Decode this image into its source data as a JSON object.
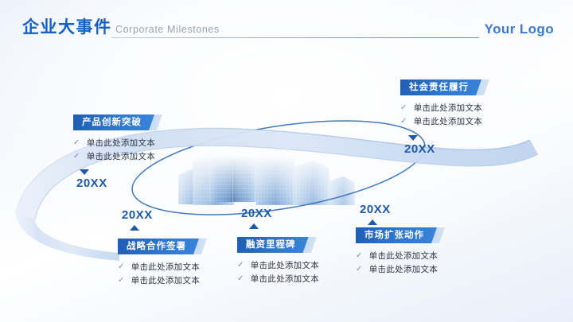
{
  "header": {
    "title": "企业大事件",
    "subtitle": "Corporate Milestones",
    "logo": "Your Logo"
  },
  "colors": {
    "accent": "#1560c4",
    "tag_blue": "#2f77cf",
    "year_blue": "#1f5aa8",
    "background": "#eef3fb",
    "building": "#3f7ccc"
  },
  "icons": {
    "check": "✓"
  },
  "milestones": [
    {
      "id": "product-innovation",
      "tag": "产品创新突破",
      "year": "20XX",
      "bullets": [
        "单击此处添加文本",
        "单击此处添加文本"
      ]
    },
    {
      "id": "social-responsibility",
      "tag": "社会责任履行",
      "year": "20XX",
      "bullets": [
        "单击此处添加文本",
        "单击此处添加文本"
      ]
    },
    {
      "id": "strategic-cooperation",
      "tag": "战略合作签署",
      "year": "20XX",
      "bullets": [
        "单击此处添加文本",
        "单击此处添加文本"
      ]
    },
    {
      "id": "financing-milestone",
      "tag": "融资里程碑",
      "year": "20XX",
      "bullets": [
        "单击此处添加文本",
        "单击此处添加文本"
      ]
    },
    {
      "id": "market-expansion",
      "tag": "市场扩张动作",
      "year": "20XX",
      "bullets": [
        "单击此处添加文本",
        "单击此处添加文本"
      ]
    }
  ]
}
